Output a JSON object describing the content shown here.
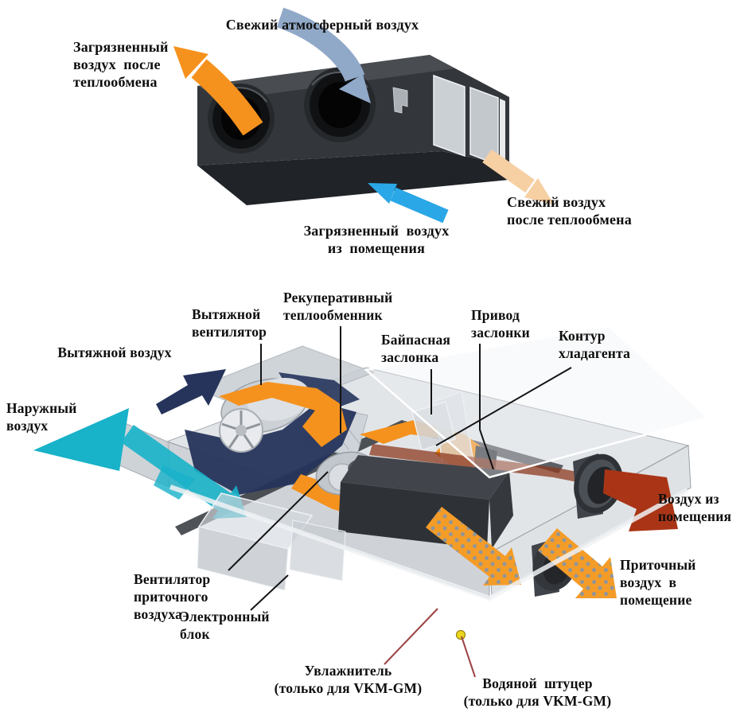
{
  "page": {
    "background": "#ffffff"
  },
  "colors": {
    "fresh_atmospheric": "#91a9c8",
    "exhaust_after": "#f5921e",
    "room_out": "#2aa7e6",
    "fresh_after": "#f6cfa2",
    "outdoor": "#18b2c9",
    "extract": "#26345c",
    "orange_flow": "#f5921e",
    "supply_dotted": "#f49c28",
    "from_room": "#a93516",
    "refrigerant_band": "#8c3a20"
  },
  "top_diagram": {
    "labels": {
      "fresh_atmospheric": "Свежий атмосферный воздух",
      "exhaust_after": "Загрязненный\nвоздух  после\nтеплообмена",
      "room_exhaust": "Загрязненный  воздух\nиз  помещения",
      "fresh_after": "Свежий воздух\nпосле теплообмена"
    }
  },
  "bottom_diagram": {
    "labels": {
      "exhaust_air": "Вытяжной воздух",
      "outdoor_air": "Наружный\nвоздух",
      "exhaust_fan": "Вытяжной\nвентилятор",
      "recuperator": "Рекуперативный\nтеплообменник",
      "bypass_damper": "Байпасная\nзаслонка",
      "damper_drive": "Привод\nзаслонки",
      "refrigerant_circuit": "Контур\nхладагента",
      "air_from_room": "Воздух из\nпомещения",
      "supply_air": "Приточный\nвоздух  в\nпомещение",
      "supply_fan": "Вентилятор\nприточного\nвоздуха",
      "electronic_block": "Электронный\nблок",
      "humidifier": "Увлажнитель\n(только для VKM-GM)",
      "water_fitting": "Водяной  штуцер\n(только для VKM-GM)"
    }
  }
}
